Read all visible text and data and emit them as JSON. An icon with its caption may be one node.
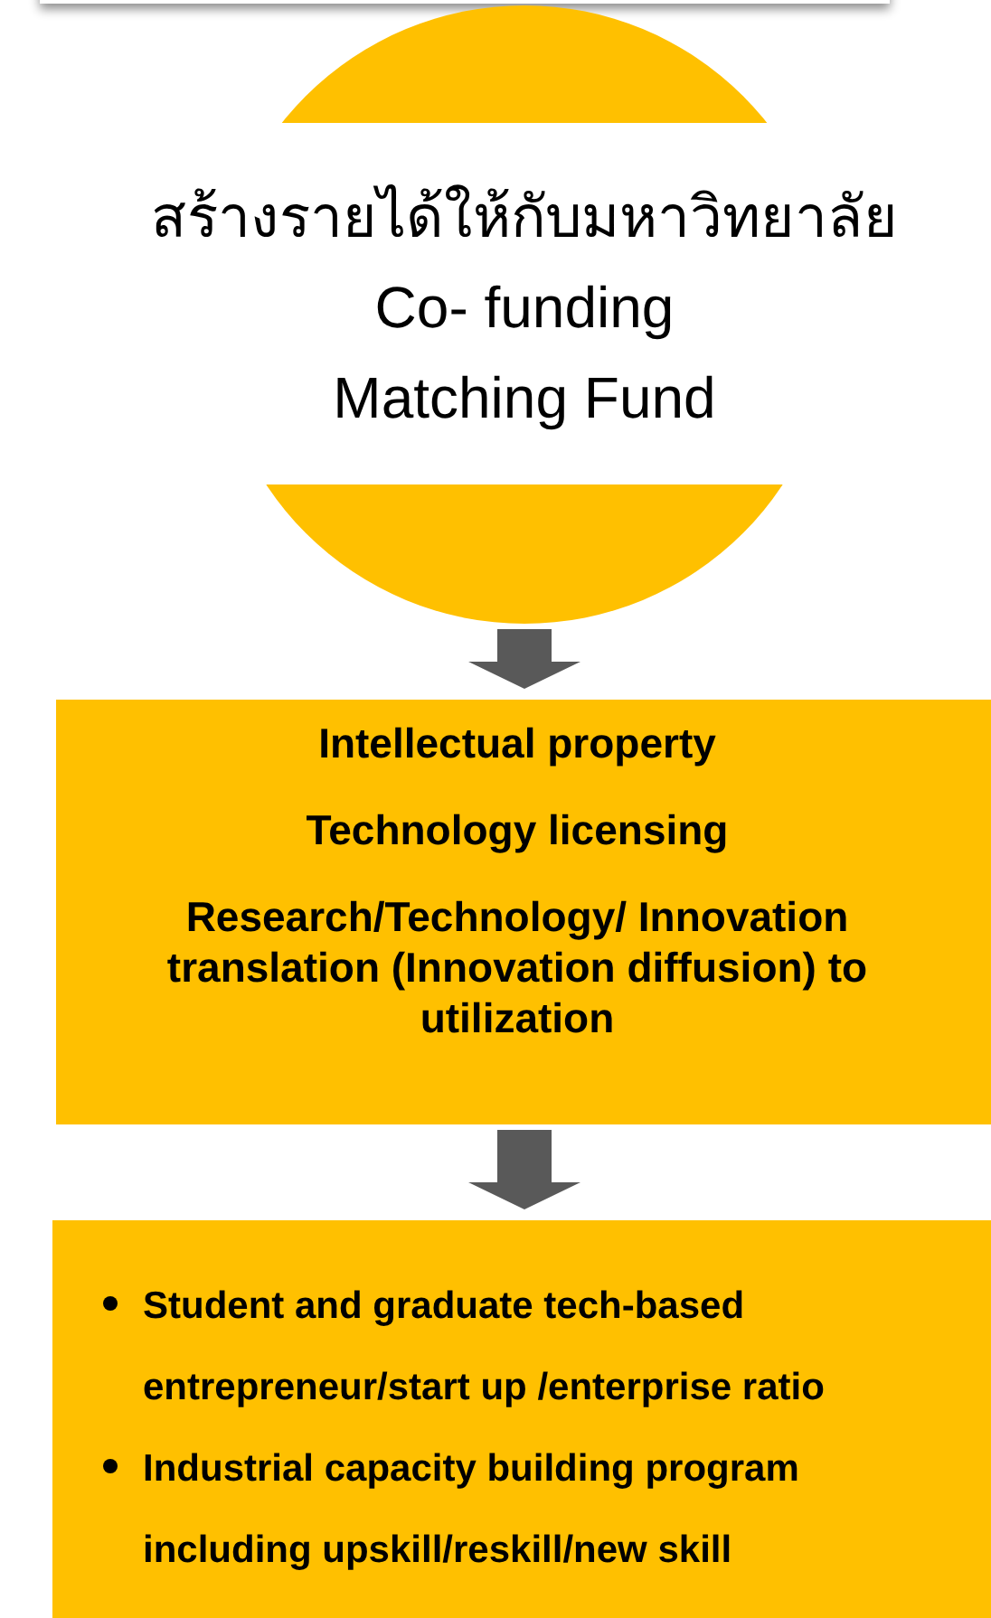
{
  "diagram": {
    "nodes": [
      {
        "text": [
          "สร้างรายได้ให้กับมหาวิทยาลัย",
          "Co- funding",
          "Matching Fund"
        ]
      },
      {
        "text": [
          "Intellectual property",
          "Technology licensing",
          "Research/Technology/ Innovation translation (Innovation diffusion) to utilization"
        ]
      },
      {
        "text": [
          "Student and graduate tech-based entrepreneur/start up /enterprise ratio",
          "Industrial capacity building program including upskill/reskill/new skill"
        ]
      }
    ],
    "edges": [
      {
        "from": 0,
        "to": 1,
        "arrow": "to"
      },
      {
        "from": 1,
        "to": 2,
        "arrow": "to"
      }
    ]
  }
}
